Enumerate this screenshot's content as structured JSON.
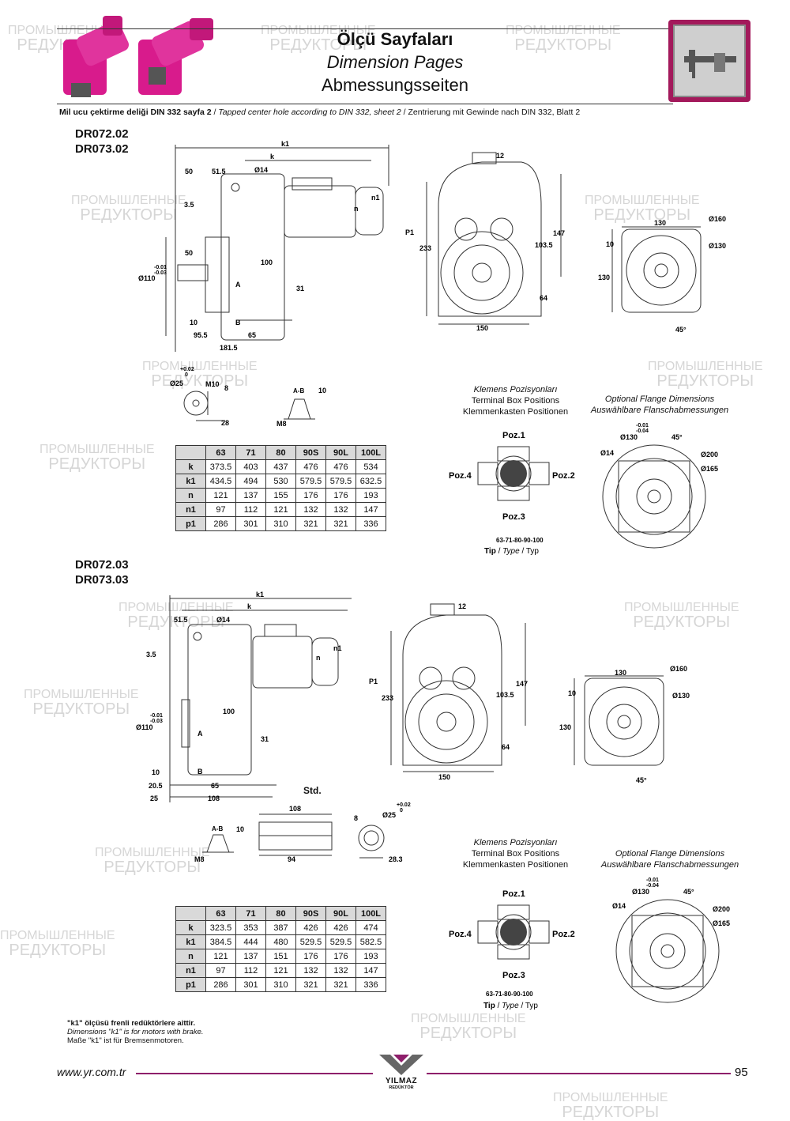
{
  "header": {
    "title_tr": "Ölçü Sayfaları",
    "title_en": "Dimension Pages",
    "title_de": "Abmessungsseiten",
    "note_tr": "Mil ucu çektirme deliği DIN 332 sayfa 2",
    "note_en": "Tapped center hole according to DIN 332, sheet 2",
    "note_de": "Zentrierung mit Gewinde nach DIN 332, Blatt 2",
    "icon": "caliper-icon",
    "accent": "#c2185b"
  },
  "section1": {
    "models": [
      "DR072.02",
      "DR073.02"
    ],
    "side": {
      "k1": "k1",
      "k": "k",
      "d14": "Ø14",
      "n1": "n1",
      "n": "n",
      "d50": "50",
      "d515": "51.5",
      "d35": "3.5",
      "d50b": "50",
      "tol": "-0.01\n-0.03",
      "d110": "Ø110",
      "d100": "100",
      "A": "A",
      "d31": "31",
      "B": "B",
      "d10": "10",
      "d955": "95.5",
      "d65": "65",
      "d1815": "181.5"
    },
    "front": {
      "d12": "12",
      "P1": "P1",
      "d233": "233",
      "d147": "147",
      "d1035": "103.5",
      "d64": "64",
      "d150": "150"
    },
    "flange": {
      "d130t": "130",
      "d160": "Ø160",
      "d10": "10",
      "d130r": "Ø130",
      "d130l": "130",
      "d45": "45°"
    },
    "shaft": {
      "tol": "+0.02\n0",
      "d25": "Ø25",
      "m10": "M10",
      "d8": "8",
      "d28": "28"
    },
    "section_ab": {
      "ab": "A-B",
      "d10": "10",
      "m8": "M8"
    },
    "terminal": {
      "tr": "Klemens Pozisyonları",
      "en": "Terminal Box Positions",
      "de": "Klemmenkasten Positionen",
      "poz1": "Poz.1",
      "poz2": "Poz.2",
      "poz3": "Poz.3",
      "poz4": "Poz.4",
      "sizes": "63-71-80-90-100",
      "tip": "Tip",
      "type": "Type",
      "typ": "Typ"
    },
    "opt_flange": {
      "en": "Optional Flange Dimensions",
      "de": "Auswählbare Flanschabmessungen",
      "tol": "-0.01\n-0.04",
      "d130": "Ø130",
      "d45": "45°",
      "d14": "Ø14",
      "d200": "Ø200",
      "d165": "Ø165"
    },
    "table": {
      "headers": [
        "",
        "63",
        "71",
        "80",
        "90S",
        "90L",
        "100L"
      ],
      "rows": [
        [
          "k",
          "373.5",
          "403",
          "437",
          "476",
          "476",
          "534"
        ],
        [
          "k1",
          "434.5",
          "494",
          "530",
          "579.5",
          "579.5",
          "632.5"
        ],
        [
          "n",
          "121",
          "137",
          "155",
          "176",
          "176",
          "193"
        ],
        [
          "n1",
          "97",
          "112",
          "121",
          "132",
          "132",
          "147"
        ],
        [
          "p1",
          "286",
          "301",
          "310",
          "321",
          "321",
          "336"
        ]
      ]
    }
  },
  "section2": {
    "models": [
      "DR072.03",
      "DR073.03"
    ],
    "side": {
      "k1": "k1",
      "k": "k",
      "d515": "51.5",
      "d14": "Ø14",
      "n1": "n1",
      "n": "n",
      "d35": "3.5",
      "tol": "-0.01\n-0.03",
      "d110": "Ø110",
      "d100": "100",
      "A": "A",
      "d31": "31",
      "B": "B",
      "d10": "10",
      "d205": "20.5",
      "d65": "65",
      "d25": "25",
      "d108": "108"
    },
    "front": {
      "d12": "12",
      "P1": "P1",
      "d233": "233",
      "d147": "147",
      "d1035": "103.5",
      "d64": "64",
      "d150": "150"
    },
    "flange": {
      "d130t": "130",
      "d160": "Ø160",
      "d10": "10",
      "d130r": "Ø130",
      "d130l": "130",
      "d45": "45°"
    },
    "hollow": {
      "std": "Std.",
      "d108": "108",
      "d94": "94",
      "d8": "8",
      "tol": "+0.02\n0",
      "d25": "Ø25",
      "d283": "28.3"
    },
    "section_ab": {
      "ab": "A-B",
      "d10": "10",
      "m8": "M8"
    },
    "terminal": {
      "tr": "Klemens Pozisyonları",
      "en": "Terminal Box Positions",
      "de": "Klemmenkasten Positionen",
      "poz1": "Poz.1",
      "poz2": "Poz.2",
      "poz3": "Poz.3",
      "poz4": "Poz.4",
      "sizes": "63-71-80-90-100",
      "tip": "Tip",
      "type": "Type",
      "typ": "Typ"
    },
    "opt_flange": {
      "en": "Optional Flange Dimensions",
      "de": "Auswählbare Flanschabmessungen",
      "tol": "-0.01\n-0.04",
      "d130": "Ø130",
      "d45": "45°",
      "d14": "Ø14",
      "d200": "Ø200",
      "d165": "Ø165"
    },
    "table": {
      "headers": [
        "",
        "63",
        "71",
        "80",
        "90S",
        "90L",
        "100L"
      ],
      "rows": [
        [
          "k",
          "323.5",
          "353",
          "387",
          "426",
          "426",
          "474"
        ],
        [
          "k1",
          "384.5",
          "444",
          "480",
          "529.5",
          "529.5",
          "582.5"
        ],
        [
          "n",
          "121",
          "137",
          "151",
          "176",
          "176",
          "193"
        ],
        [
          "n1",
          "97",
          "112",
          "121",
          "132",
          "132",
          "147"
        ],
        [
          "p1",
          "286",
          "301",
          "310",
          "321",
          "321",
          "336"
        ]
      ]
    }
  },
  "footnote": {
    "tr": "\"k1\" ölçüsü frenli redüktörlere aittir.",
    "en": "Dimensions \"k1\" is for motors with brake.",
    "de": "Maße \"k1\" ist für Bremsenmotoren."
  },
  "footer": {
    "website": "www.yr.com.tr",
    "brand": "YILMAZ",
    "brand_sub": "REDÜKTÖR",
    "page": "95",
    "line_color": "#8e1f6b"
  },
  "watermark": {
    "line1": "ПРОМЫШЛЕННЫЕ",
    "line2": "РЕДУКТОРЫ"
  }
}
